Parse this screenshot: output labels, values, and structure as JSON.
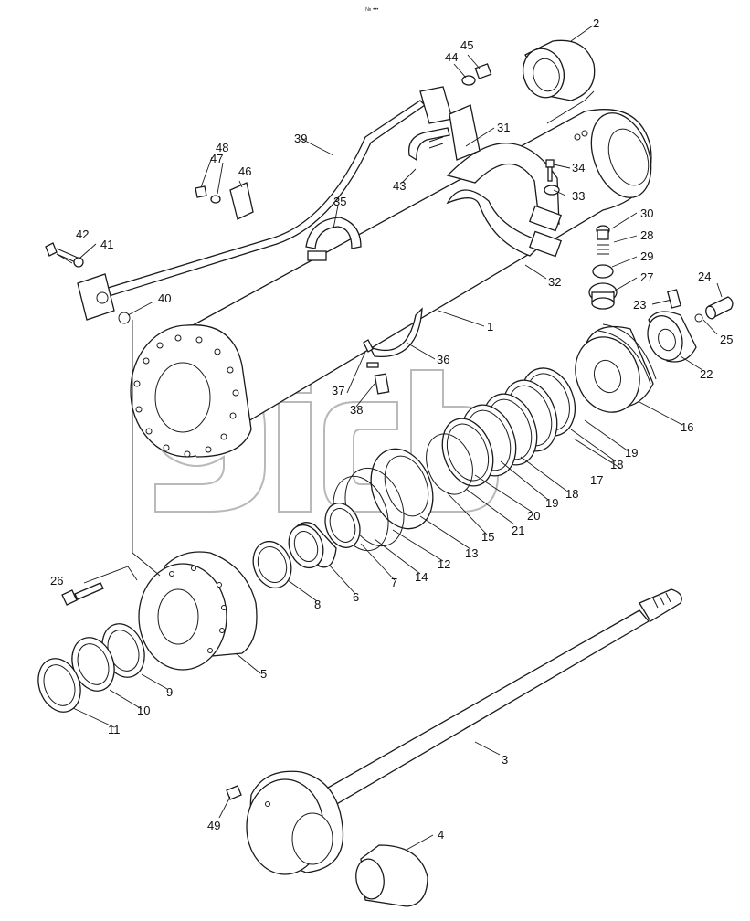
{
  "diagram": {
    "header_mark": "№ •••",
    "callouts": {
      "c1": "1",
      "c2": "2",
      "c3": "3",
      "c4": "4",
      "c5": "5",
      "c6": "6",
      "c7": "7",
      "c8": "8",
      "c9": "9",
      "c10": "10",
      "c11": "11",
      "c12": "12",
      "c13": "13",
      "c14": "14",
      "c15": "15",
      "c16": "16",
      "c17": "17",
      "c18a": "18",
      "c18b": "18",
      "c19a": "19",
      "c19b": "19",
      "c20": "20",
      "c21": "21",
      "c22": "22",
      "c23": "23",
      "c24": "24",
      "c25": "25",
      "c26": "26",
      "c27": "27",
      "c28": "28",
      "c29": "29",
      "c30": "30",
      "c31": "31",
      "c32": "32",
      "c33": "33",
      "c34": "34",
      "c35": "35",
      "c36": "36",
      "c37": "37",
      "c38": "38",
      "c39": "39",
      "c40": "40",
      "c41": "41",
      "c42": "42",
      "c43": "43",
      "c44": "44",
      "c45": "45",
      "c46": "46",
      "c47": "47",
      "c48": "48",
      "c49": "49"
    }
  }
}
